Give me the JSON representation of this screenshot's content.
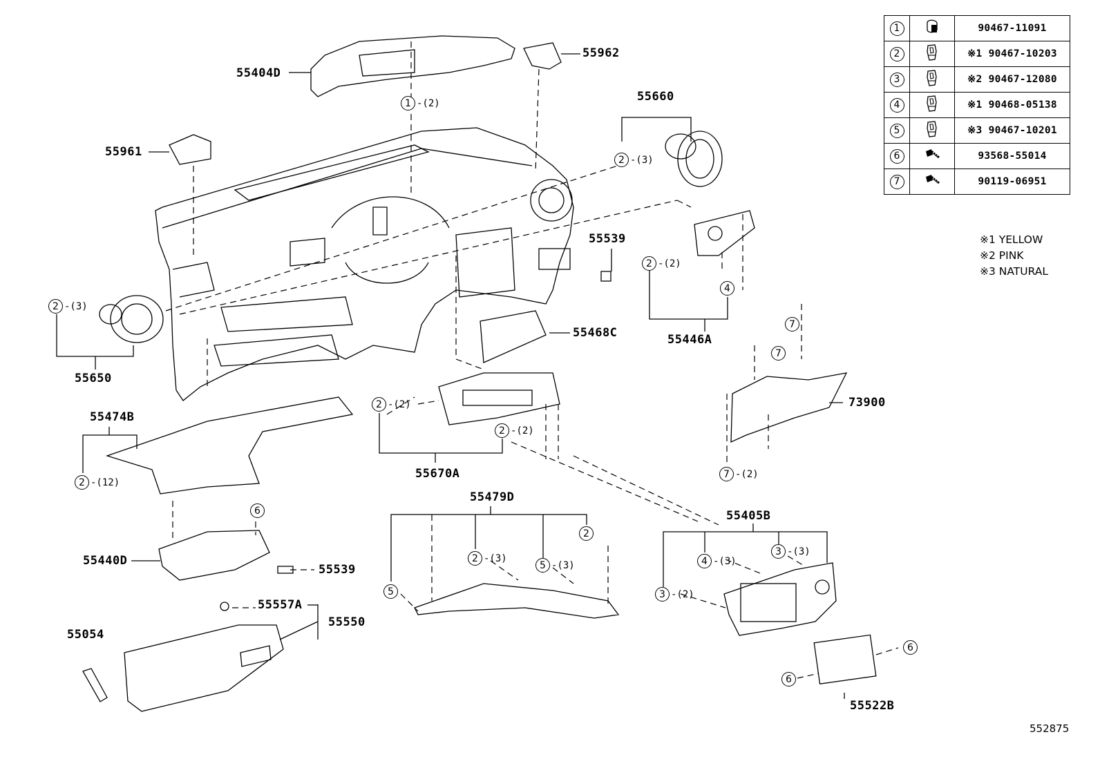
{
  "part_labels": {
    "p55404D": "55404D",
    "p55962": "55962",
    "p55961": "55961",
    "p55660": "55660",
    "p55539a": "55539",
    "p55446A": "55446A",
    "p55650": "55650",
    "p55468C": "55468C",
    "p73900": "73900",
    "p55474B": "55474B",
    "p55670A": "55670A",
    "p55479D": "55479D",
    "p55405B": "55405B",
    "p55440D": "55440D",
    "p55539b": "55539",
    "p55557A": "55557A",
    "p55550": "55550",
    "p55054": "55054",
    "p55522B": "55522B"
  },
  "callouts": {
    "c1": {
      "n": "1",
      "q": "-(2)"
    },
    "c2": {
      "n": "2",
      "q": "-(3)"
    },
    "c3": {
      "n": "2",
      "q": "-(2)"
    },
    "c4": {
      "n": "4",
      "q": ""
    },
    "c5": {
      "n": "2",
      "q": "-(3)"
    },
    "c6": {
      "n": "7",
      "q": ""
    },
    "c7": {
      "n": "7",
      "q": ""
    },
    "c8": {
      "n": "7",
      "q": "-(2)"
    },
    "c9": {
      "n": "2",
      "q": "-(12)"
    },
    "c10": {
      "n": "2",
      "q": "-(2)"
    },
    "c11": {
      "n": "2",
      "q": "-(2)"
    },
    "c12": {
      "n": "6",
      "q": ""
    },
    "c13": {
      "n": "2",
      "q": ""
    },
    "c14": {
      "n": "2",
      "q": "-(3)"
    },
    "c15": {
      "n": "5",
      "q": "-(3)"
    },
    "c16": {
      "n": "5",
      "q": ""
    },
    "c17": {
      "n": "4",
      "q": "-(3)"
    },
    "c18": {
      "n": "3",
      "q": "-(3)"
    },
    "c19": {
      "n": "3",
      "q": "-(2)"
    },
    "c20": {
      "n": "6",
      "q": ""
    },
    "c21": {
      "n": "6",
      "q": ""
    }
  },
  "legend": [
    {
      "n": "1",
      "icon": "push-clip-icon",
      "part": "90467-11091"
    },
    {
      "n": "2",
      "icon": "clip-icon",
      "part": "※1 90467-10203"
    },
    {
      "n": "3",
      "icon": "clip-icon",
      "part": "※2 90467-12080"
    },
    {
      "n": "4",
      "icon": "clip-icon",
      "part": "※1 90468-05138"
    },
    {
      "n": "5",
      "icon": "clip-icon",
      "part": "※3 90467-10201"
    },
    {
      "n": "6",
      "icon": "screw-icon",
      "part": "93568-55014"
    },
    {
      "n": "7",
      "icon": "screw-icon",
      "part": "90119-06951"
    }
  ],
  "color_notes": [
    "※1 YELLOW",
    "※2 PINK",
    "※3 NATURAL"
  ],
  "figure_id": "552875"
}
